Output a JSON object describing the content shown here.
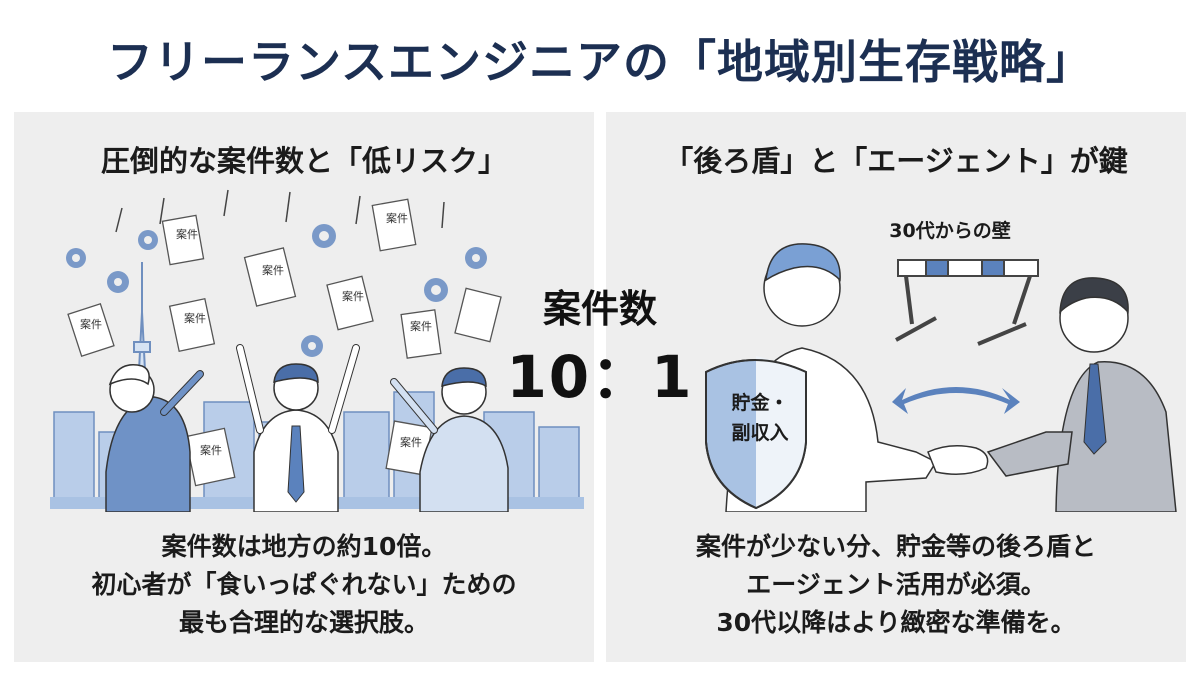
{
  "title": "フリーランスエンジニアの「地域別生存戦略」",
  "left_panel": {
    "heading": "圧倒的な案件数と「低リスク」",
    "body_lines": [
      "案件数は地方の約10倍。",
      "初心者が「食いっぱぐれない」ための",
      "最も合理的な選択肢。"
    ],
    "doc_label": "案件"
  },
  "right_panel": {
    "heading": "「後ろ盾」と「エージェント」が鍵",
    "wall_label": "30代からの壁",
    "shield_line1": "貯金・",
    "shield_line2": "副収入",
    "body_lines": [
      "案件が少ない分、貯金等の後ろ盾と",
      "エージェント活用が必須。",
      "30代以降はより緻密な準備を。"
    ]
  },
  "center": {
    "label": "案件数",
    "ratio": "10：1"
  },
  "colors": {
    "title": "#1c2f52",
    "accent_blue": "#5b82bd",
    "light_blue": "#a9c2e3",
    "panel_bg": "#eeeeee"
  }
}
